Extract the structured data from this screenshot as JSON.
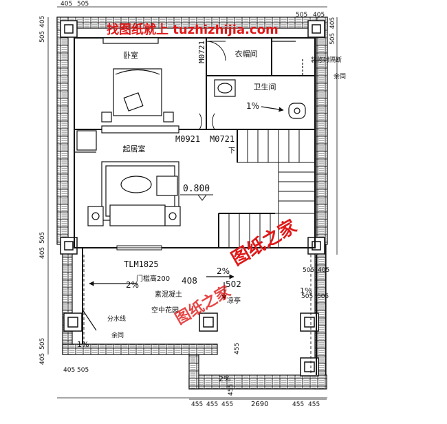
{
  "watermark": {
    "top": "找图纸就上 tuzhizhijia.com",
    "stamp_1": "图纸之家",
    "stamp_2": "图纸之家"
  },
  "rooms": {
    "bedroom": "卧室",
    "closet": "衣帽间",
    "bathroom": "卫生间",
    "living": "起居室",
    "garden": "空中花园",
    "pavilion": "凉亭"
  },
  "labels": {
    "door_m0921": "M0921",
    "door_m0721_a": "M0721",
    "door_m0721_b": "M0721",
    "down": "下",
    "elevation": "0.800",
    "window_tlm": "TLM1825",
    "sill_height": "门槛高200",
    "slope_bath": "1%",
    "slope_garden_1": "2%",
    "slope_garden_2": "2%",
    "slope_right": "1%",
    "slope_bottom_left": "1%",
    "slope_bottom": "2%",
    "note_top_right_1": "装修时隔断",
    "note_top_right_2": "余同",
    "note_concrete": "素混凝土",
    "note_watershed": "分水线",
    "note_same": "余同",
    "dim_408": "408",
    "dim_502": "502",
    "dim_455_mid": "455",
    "dim_455_b": "455"
  },
  "dimensions": {
    "top_left": [
      "405",
      "505"
    ],
    "top_right": [
      "505",
      "405"
    ],
    "left_top": [
      "505",
      "405"
    ],
    "right_top": [
      "505",
      "405"
    ],
    "left_mid": [
      "405",
      "505"
    ],
    "right_mid": [
      "505",
      "405"
    ],
    "left_bottom": [
      "405",
      "505"
    ],
    "right_inner": [
      "505",
      "505"
    ],
    "bottom_left": [
      "405",
      "505"
    ],
    "bottom": [
      "455",
      "455",
      "455",
      "2690",
      "455",
      "455"
    ]
  }
}
